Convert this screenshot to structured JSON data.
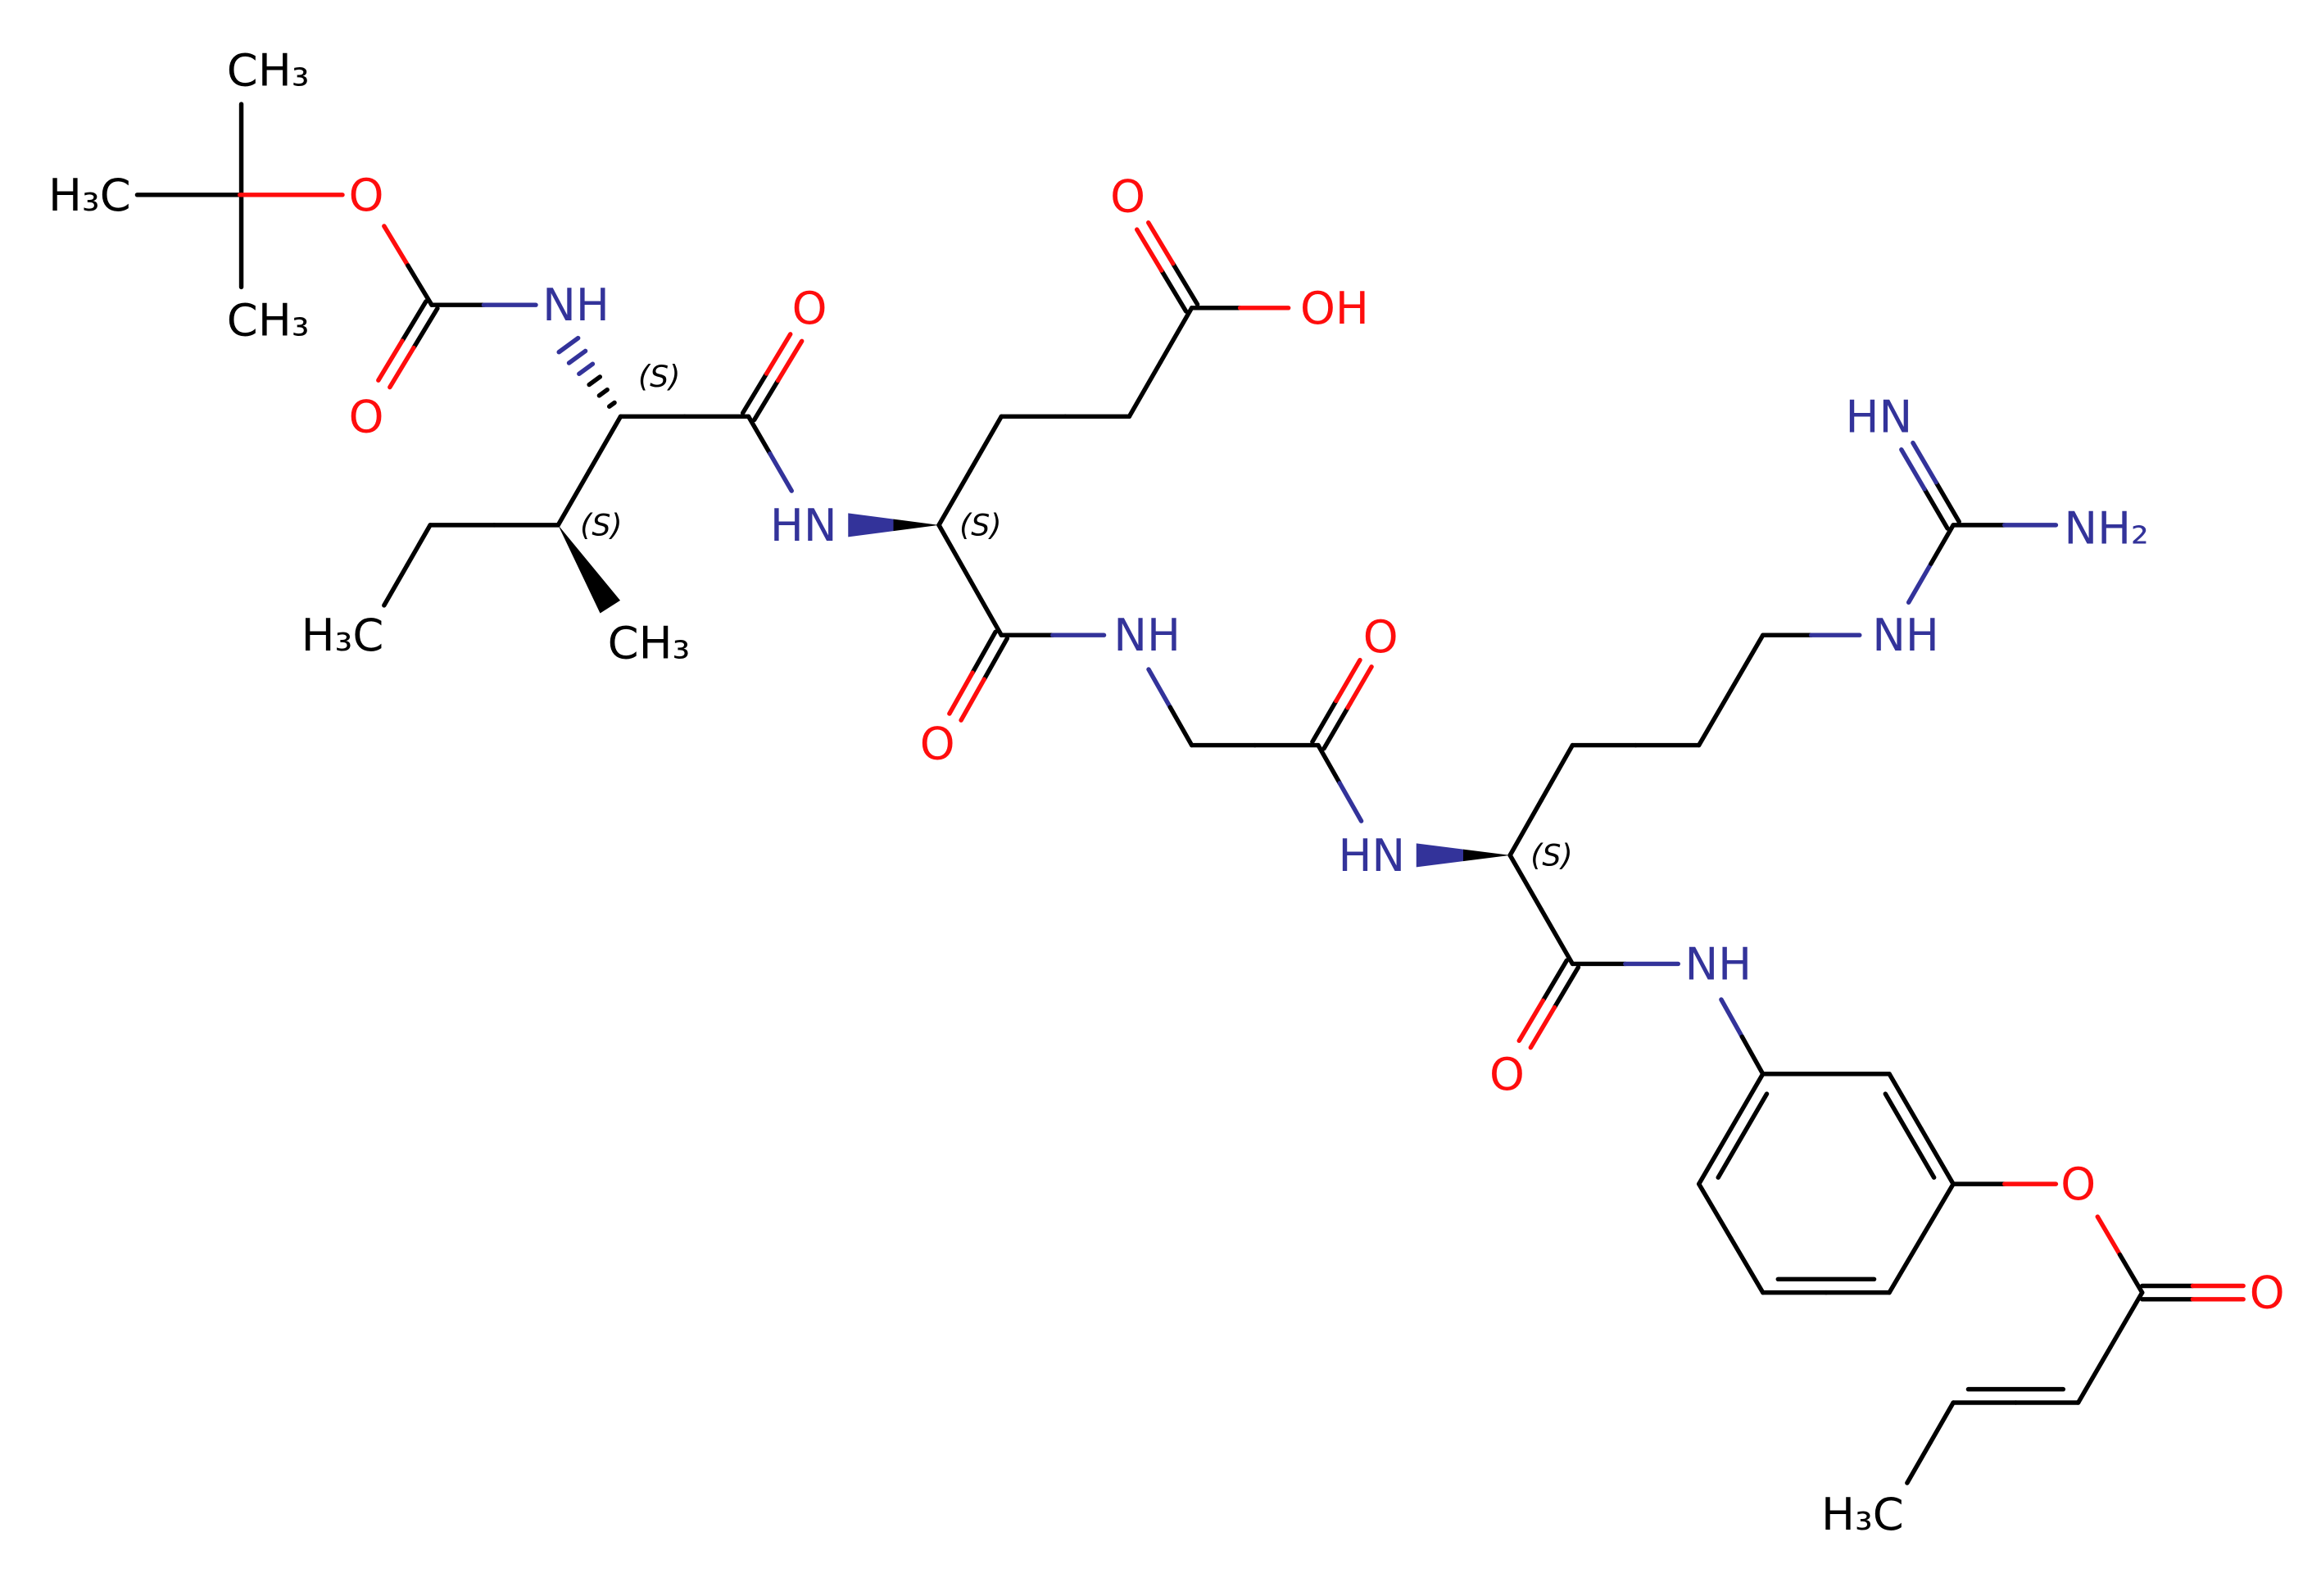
{
  "title": "Boc-Ile-Glu-Gly-Arg-AMC structure",
  "colors": {
    "carbon": "#000000",
    "nitrogen": "#33339a",
    "oxygen": "#ff0d0d"
  },
  "atoms": {
    "ch3_top": "CH₃",
    "h3c_left": "H₃C",
    "ch3_bottom": "CH₃",
    "o_boc": "O",
    "o_boc_carbonyl": "O",
    "nh_boc": "NH",
    "o_ile": "O",
    "hn_glu": "HN",
    "h3c_ile": "H₃C",
    "ch3_ile": "CH₃",
    "o_acid": "O",
    "oh_acid": "OH",
    "o_glu": "O",
    "nh_gly": "NH",
    "o_gly": "O",
    "hn_arg": "HN",
    "hn_guan": "HN",
    "nh2_guan": "NH₂",
    "nh_guan": "NH",
    "o_arg": "O",
    "nh_amc": "NH",
    "o_ring": "O",
    "o_lactone": "O",
    "h3c_amc": "H₃C"
  },
  "stereo": {
    "s1": "(S)",
    "s2": "(S)",
    "s3": "(S)",
    "s4": "(S)"
  }
}
